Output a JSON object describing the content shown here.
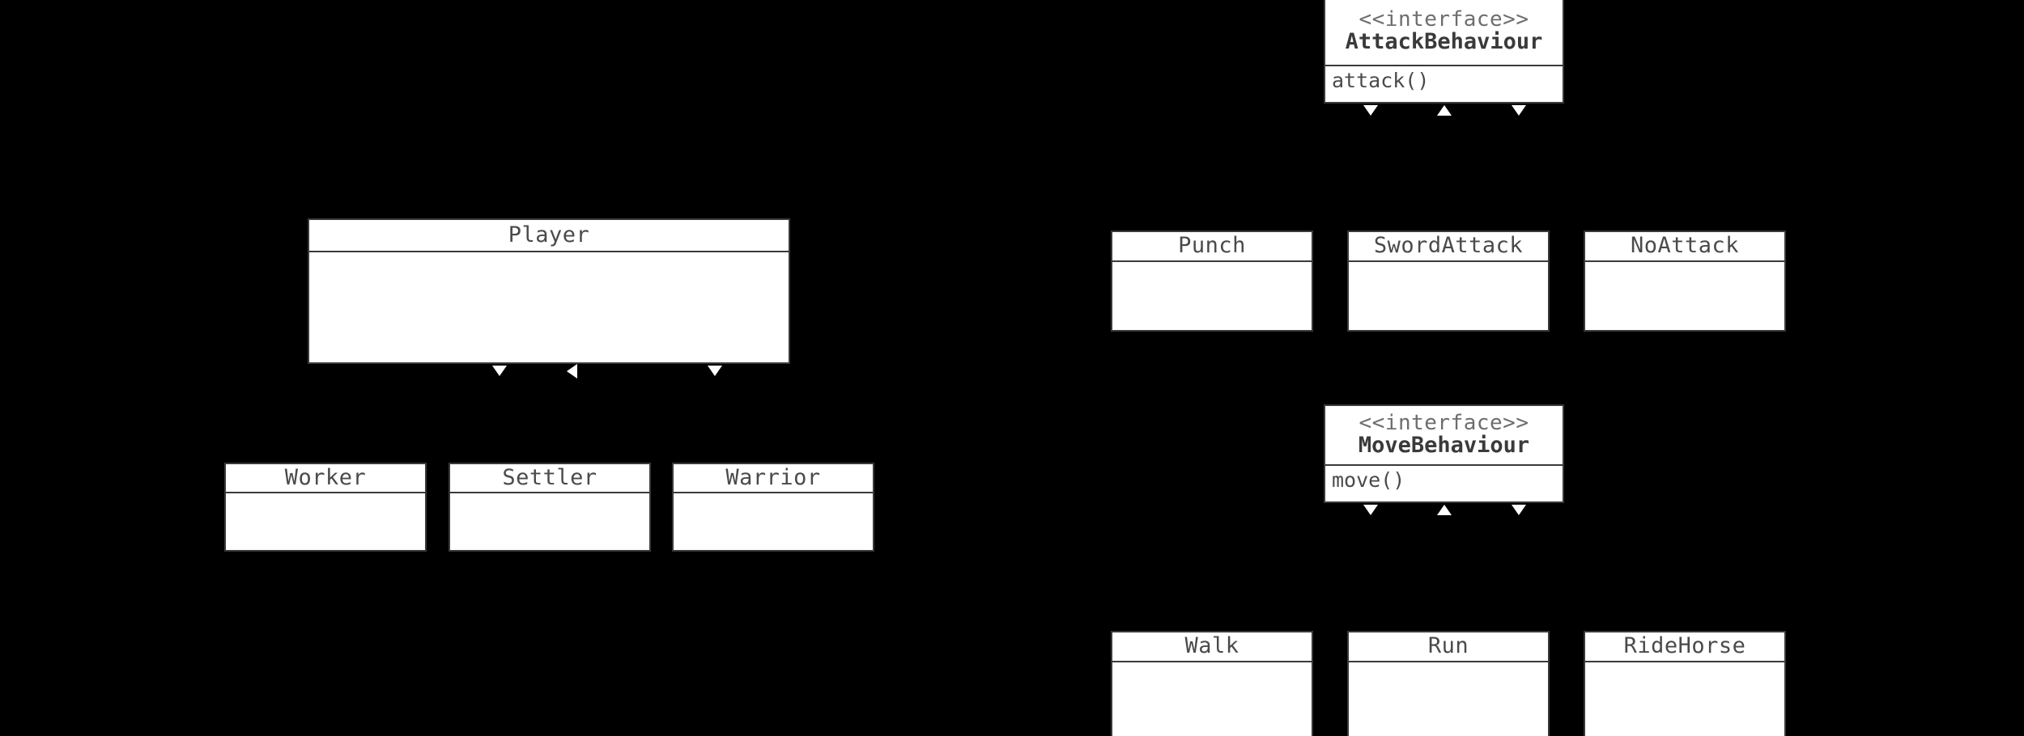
{
  "diagram": {
    "type": "uml-class-diagram",
    "pattern": "strategy",
    "background_color": "#000000",
    "box_fill_color": "#ffffff",
    "box_border_color": "#3a3a3a",
    "name_text_color": "#3a3a3a",
    "stereotype_text_color": "#6e6e6e",
    "connector_color": "#ffffff"
  },
  "classes": {
    "player": {
      "name": "Player",
      "stereotype": "",
      "members": []
    },
    "worker": {
      "name": "Worker",
      "stereotype": "",
      "members": []
    },
    "settler": {
      "name": "Settler",
      "stereotype": "",
      "members": []
    },
    "warrior": {
      "name": "Warrior",
      "stereotype": "",
      "members": []
    },
    "attack_behaviour": {
      "name": "AttackBehaviour",
      "stereotype": "<<interface>>",
      "members": [
        "attack()"
      ],
      "method": "attack()"
    },
    "punch": {
      "name": "Punch",
      "stereotype": "",
      "members": []
    },
    "sword_attack": {
      "name": "SwordAttack",
      "stereotype": "",
      "members": []
    },
    "no_attack": {
      "name": "NoAttack",
      "stereotype": "",
      "members": []
    },
    "move_behaviour": {
      "name": "MoveBehaviour",
      "stereotype": "<<interface>>",
      "members": [
        "move()"
      ],
      "method": "move()"
    },
    "walk": {
      "name": "Walk",
      "stereotype": "",
      "members": []
    },
    "run": {
      "name": "Run",
      "stereotype": "",
      "members": []
    },
    "ride_horse": {
      "name": "RideHorse",
      "stereotype": "",
      "members": []
    }
  },
  "connectors": [
    {
      "id": "player-c1",
      "direction": "down"
    },
    {
      "id": "player-c2",
      "direction": "left"
    },
    {
      "id": "player-c3",
      "direction": "down"
    },
    {
      "id": "attack-c1",
      "direction": "down"
    },
    {
      "id": "attack-c2",
      "direction": "up"
    },
    {
      "id": "attack-c3",
      "direction": "down"
    },
    {
      "id": "move-c1",
      "direction": "down"
    },
    {
      "id": "move-c2",
      "direction": "up"
    },
    {
      "id": "move-c3",
      "direction": "down"
    }
  ]
}
